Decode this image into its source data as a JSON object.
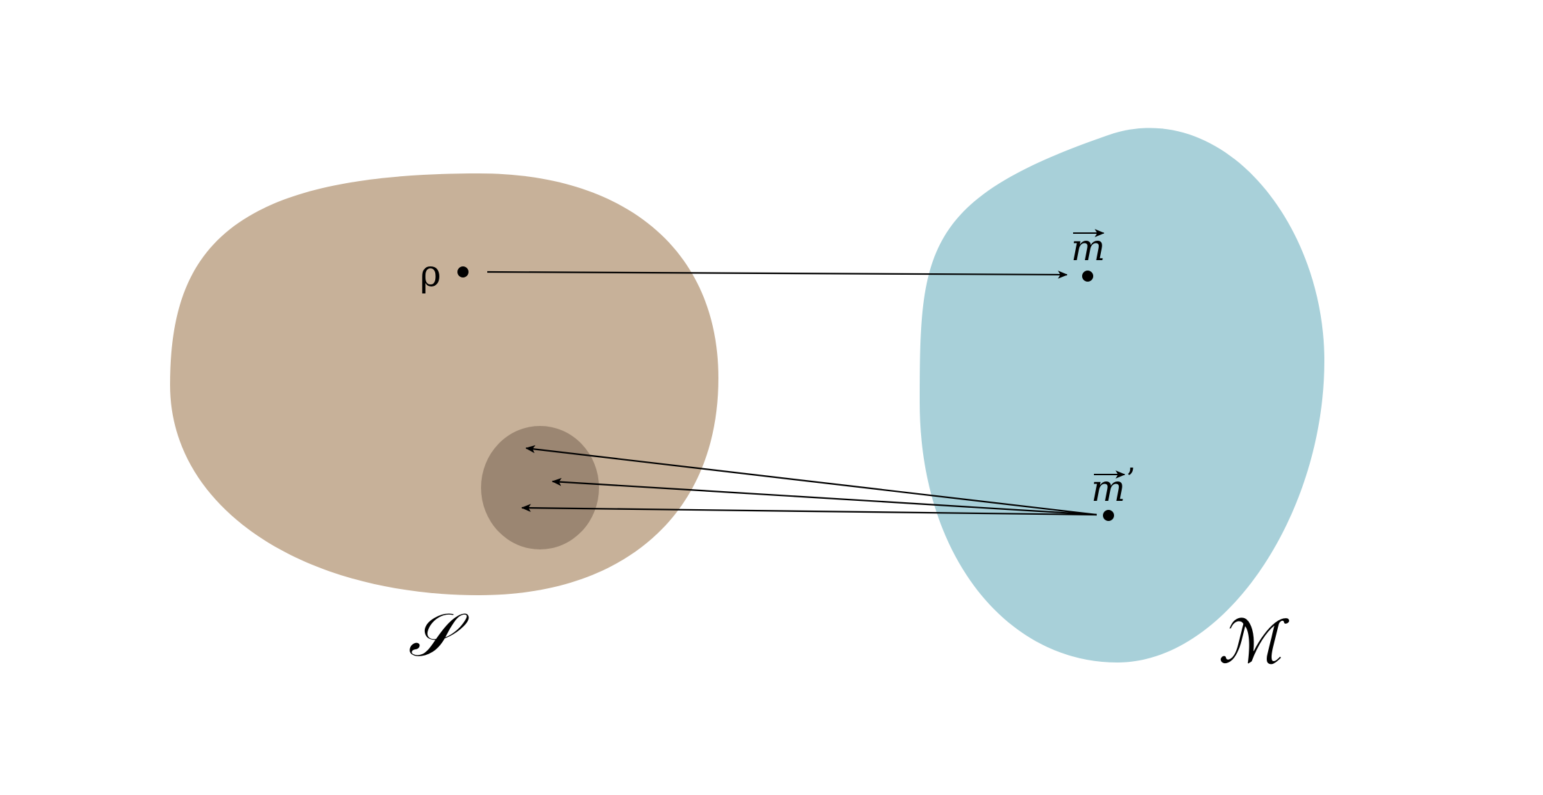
{
  "colors": {
    "set_s": "#c7b199",
    "subset": "#9b8672",
    "set_m": "#a8d0d9",
    "ink": "#000000",
    "background": "#ffffff"
  },
  "labels": {
    "rho": "ρ",
    "m": "m",
    "m_prime": "m",
    "prime": "’",
    "set_s": "𝒮",
    "set_m": "ℳ"
  }
}
